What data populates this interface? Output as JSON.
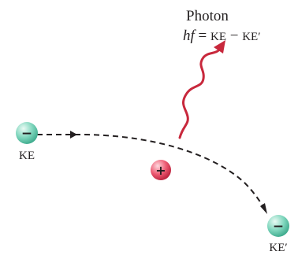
{
  "photon_label": "Photon",
  "equation": {
    "h": "h",
    "f": "f",
    "equals": " = ",
    "ke": "KE",
    "minus": " − ",
    "ke_prime": "KE′"
  },
  "incoming_electron": {
    "sign": "−",
    "label": "KE"
  },
  "nucleus": {
    "sign": "+"
  },
  "outgoing_electron": {
    "sign": "−",
    "label": "KE′"
  },
  "colors": {
    "electron": "#6fd1b5",
    "nucleus": "#e0405a",
    "photon": "#c8283c",
    "path": "#231f20"
  }
}
